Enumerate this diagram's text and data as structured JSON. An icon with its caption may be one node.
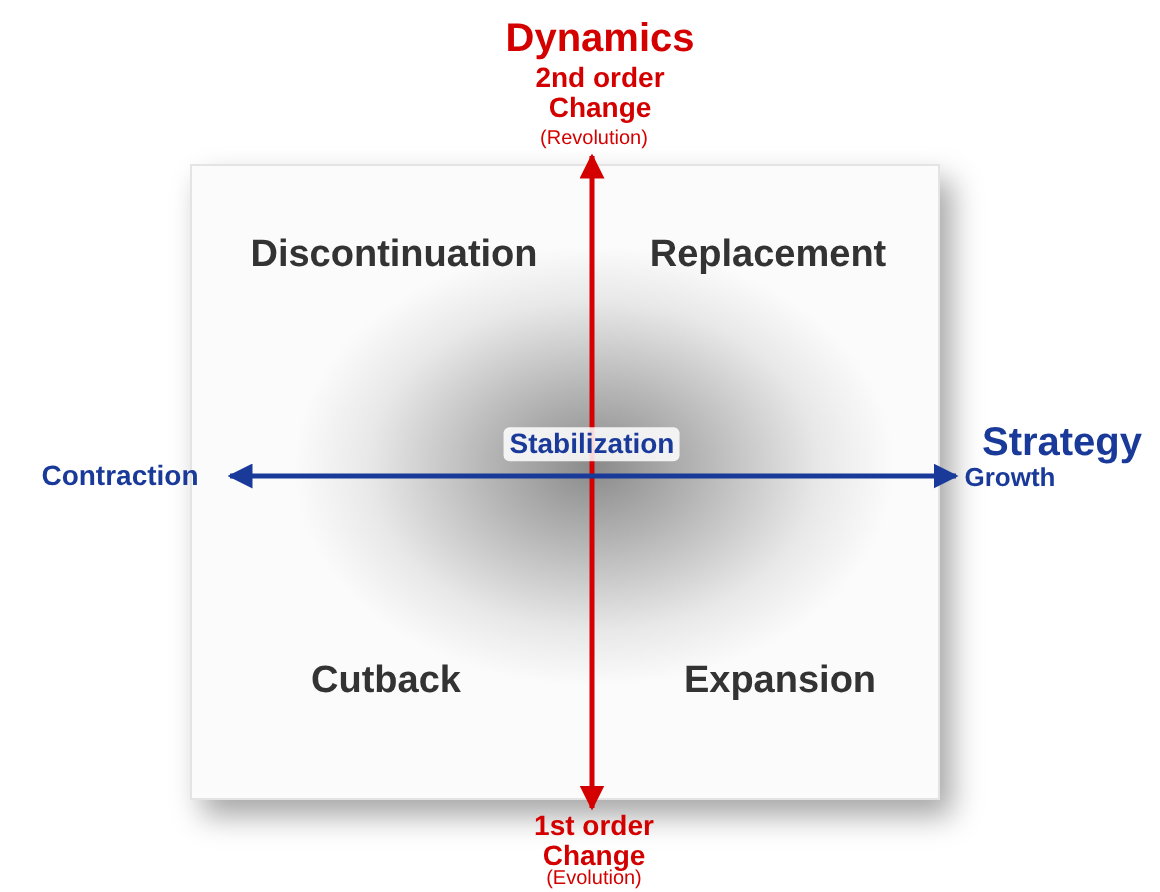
{
  "diagram": {
    "labels": [
      "Dynamics",
      "2nd order Change",
      "(Revolution)",
      "Discontinuation",
      "Replacement",
      "Stabilization",
      "Contraction",
      "Strategy",
      "Growth",
      "Cutback",
      "Expansion",
      "1st order Change",
      "(Evolution)"
    ]
  }
}
